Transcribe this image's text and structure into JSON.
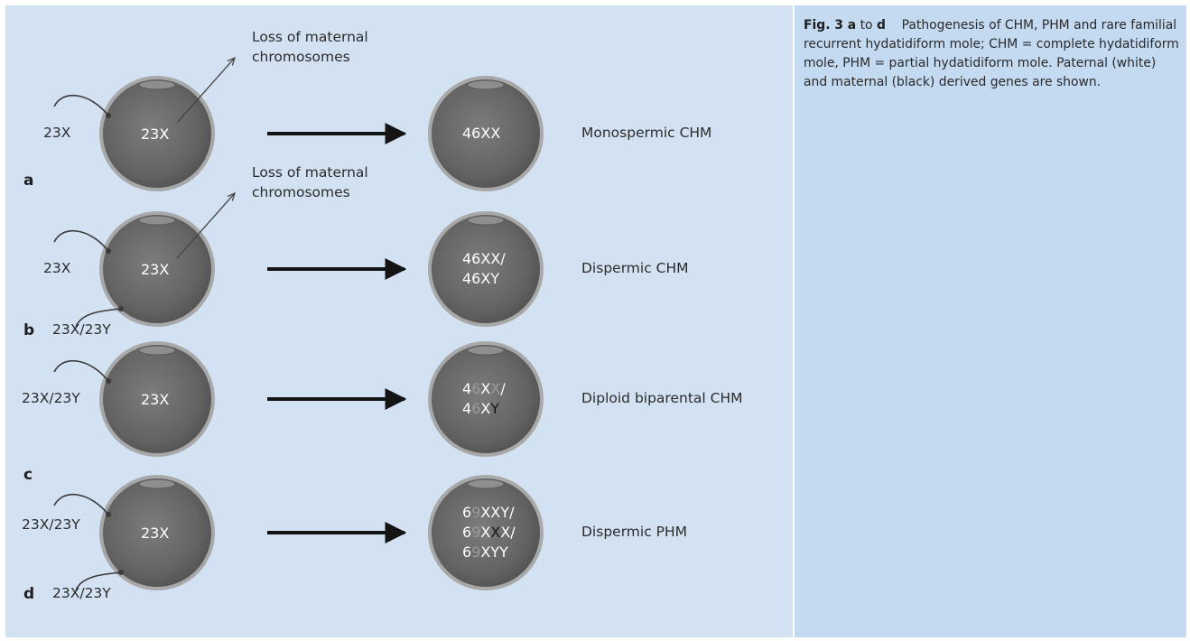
{
  "rows": [
    {
      "label": "a",
      "sperm_labels": [
        "23X"
      ],
      "egg_label": "23X",
      "loss_note": [
        "Loss of maternal",
        "chromosomes"
      ],
      "result_lines": [
        [
          {
            "t": "46XX",
            "c": "w"
          }
        ]
      ],
      "outcome": "Monospermic CHM"
    },
    {
      "label": "b",
      "sperm_labels": [
        "23X",
        "23X/23Y"
      ],
      "egg_label": "23X",
      "loss_note": [
        "Loss of maternal",
        "chromosomes"
      ],
      "result_lines": [
        [
          {
            "t": "46XX/",
            "c": "w"
          }
        ],
        [
          {
            "t": "46XY",
            "c": "w"
          }
        ]
      ],
      "outcome": "Dispermic CHM"
    },
    {
      "label": "c",
      "sperm_labels": [
        "23X/23Y"
      ],
      "egg_label": "23X",
      "loss_note": [],
      "result_lines": [
        [
          {
            "t": "4",
            "c": "w"
          },
          {
            "t": "6",
            "c": "g"
          },
          {
            "t": "X",
            "c": "w"
          },
          {
            "t": "X",
            "c": "g"
          },
          {
            "t": "/",
            "c": "w"
          }
        ],
        [
          {
            "t": "4",
            "c": "w"
          },
          {
            "t": "6",
            "c": "g"
          },
          {
            "t": "X",
            "c": "w"
          },
          {
            "t": "Y",
            "c": "k"
          }
        ]
      ],
      "outcome": "Diploid biparental CHM"
    },
    {
      "label": "d",
      "sperm_labels": [
        "23X/23Y",
        "23X/23Y"
      ],
      "egg_label": "23X",
      "loss_note": [],
      "result_lines": [
        [
          {
            "t": "6",
            "c": "w"
          },
          {
            "t": "9",
            "c": "g"
          },
          {
            "t": "X",
            "c": "w"
          },
          {
            "t": "X",
            "c": "w"
          },
          {
            "t": "Y",
            "c": "w"
          },
          {
            "t": "/",
            "c": "w"
          }
        ],
        [
          {
            "t": "6",
            "c": "w"
          },
          {
            "t": "9",
            "c": "g"
          },
          {
            "t": "X",
            "c": "w"
          },
          {
            "t": "X",
            "c": "k"
          },
          {
            "t": "X",
            "c": "w"
          },
          {
            "t": "/",
            "c": "w"
          }
        ],
        [
          {
            "t": "6",
            "c": "w"
          },
          {
            "t": "9",
            "c": "g"
          },
          {
            "t": "X",
            "c": "w"
          },
          {
            "t": "Y",
            "c": "w"
          },
          {
            "t": "Y",
            "c": "w"
          }
        ]
      ],
      "outcome": "Dispermic PHM"
    }
  ],
  "caption": {
    "fig": "Fig. 3 a",
    "to": "to",
    "d": "d",
    "text": "Pathogenesis of CHM, PHM and rare familial recurrent hydatidiform mole; CHM = complete hydatidiform mole, PHM = partial hydatidiform mole. Paternal (white) and maternal (black) derived genes are shown."
  },
  "colors": {
    "panel": "#d3e2f2",
    "caption_panel": "#c3daf1",
    "cell": "#6e6e6e",
    "cell_rim": "#a8a8a8",
    "arrow": "#141414"
  }
}
